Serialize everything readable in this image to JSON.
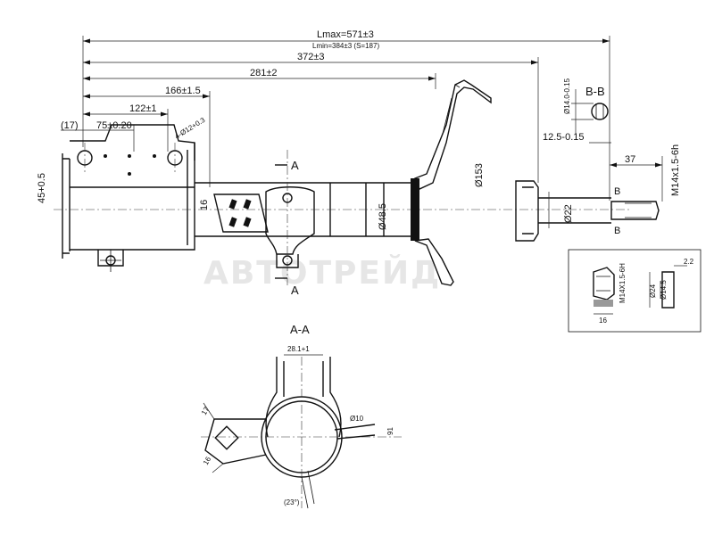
{
  "dims": {
    "lmax": "Lmax=571±3",
    "lmin": "Lmin=384±3 (S=187)",
    "d372": "372±3",
    "d281": "281±2",
    "d166": "166±1.5",
    "d122": "122±1",
    "d17": "(17)",
    "d75": "75±0.20",
    "holes": "4-Ø12+0.3",
    "d45": "45+0.5",
    "d16": "16",
    "d48": "Ø48.5",
    "d153": "Ø153",
    "d22": "Ø22",
    "d14": "Ø14.0-0.15",
    "d12": "12.5-0.15",
    "d37": "37",
    "thread": "M14x1.5-6h"
  },
  "labels": {
    "a_top": "A",
    "a_bottom": "A",
    "bb": "B-B",
    "b1": "B",
    "b2": "B",
    "section": "A-A"
  },
  "detail": {
    "nut": "M14X1.5-6H",
    "d24": "Ø24",
    "d145": "Ø14.5",
    "d22": "2.2",
    "d16": "16"
  },
  "section": {
    "d281": "28.1+1",
    "d17": "17",
    "d16": "16",
    "d10": "Ø10",
    "d91": "91",
    "ang": "(23°)"
  },
  "watermark": "АВТОТРЕЙД"
}
